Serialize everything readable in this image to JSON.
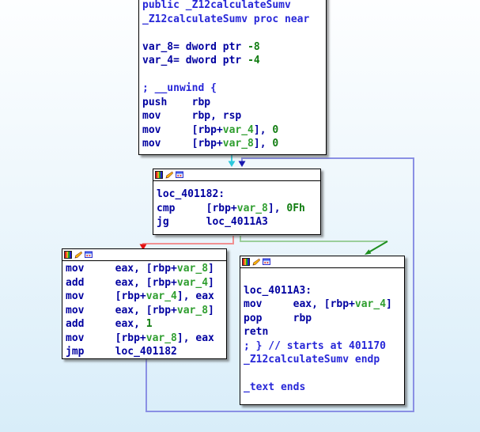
{
  "app": "ida-graph-view",
  "function_name": "_Z12calculateSumv",
  "colors": {
    "code": "#0000a0",
    "name": "#2727d8",
    "num": "#107c10",
    "var": "#2f9e2f",
    "edge_cyan": "#3ad2e2",
    "edge_cyan_arrow": "#2cc8dc",
    "edge_blue": "#8a90e4",
    "edge_blue_arrow": "#1818b0",
    "edge_red": "#f19191",
    "edge_red_arrow": "#e41212",
    "edge_green": "#9bcf9b",
    "edge_green_arrow": "#1f8f1f",
    "block_bg": "#ffffff",
    "block_border": "#000000"
  },
  "title_icons": [
    "palette",
    "pencil",
    "window"
  ],
  "blocks": {
    "entry": {
      "label": "entry",
      "lines": [
        [
          {
            "t": "public _Z12calculateSumv",
            "c": "name"
          }
        ],
        [
          {
            "t": "_Z12calculateSumv proc near",
            "c": "name"
          }
        ],
        [],
        [
          {
            "t": "var_8= dword ptr ",
            "c": "code"
          },
          {
            "t": "-8",
            "c": "num"
          }
        ],
        [
          {
            "t": "var_4= dword ptr ",
            "c": "code"
          },
          {
            "t": "-4",
            "c": "num"
          }
        ],
        [],
        [
          {
            "t": "; __unwind {",
            "c": "name"
          }
        ],
        [
          {
            "t": "push    rbp",
            "c": "code"
          }
        ],
        [
          {
            "t": "mov     rbp, rsp",
            "c": "code"
          }
        ],
        [
          {
            "t": "mov     [rbp+",
            "c": "code"
          },
          {
            "t": "var_4",
            "c": "var"
          },
          {
            "t": "], ",
            "c": "code"
          },
          {
            "t": "0",
            "c": "num"
          }
        ],
        [
          {
            "t": "mov     [rbp+",
            "c": "code"
          },
          {
            "t": "var_8",
            "c": "var"
          },
          {
            "t": "], ",
            "c": "code"
          },
          {
            "t": "0",
            "c": "num"
          }
        ]
      ]
    },
    "loc": {
      "label": "loc_401182",
      "lines": [
        [
          {
            "t": "loc_401182:",
            "c": "code"
          }
        ],
        [
          {
            "t": "cmp     [rbp+",
            "c": "code"
          },
          {
            "t": "var_8",
            "c": "var"
          },
          {
            "t": "], ",
            "c": "code"
          },
          {
            "t": "0Fh",
            "c": "num"
          }
        ],
        [
          {
            "t": "jg      loc_4011A3",
            "c": "code"
          }
        ]
      ]
    },
    "body": {
      "label": "loop-body",
      "lines": [
        [
          {
            "t": "mov     eax, [rbp+",
            "c": "code"
          },
          {
            "t": "var_8",
            "c": "var"
          },
          {
            "t": "]",
            "c": "code"
          }
        ],
        [
          {
            "t": "add     eax, [rbp+",
            "c": "code"
          },
          {
            "t": "var_4",
            "c": "var"
          },
          {
            "t": "]",
            "c": "code"
          }
        ],
        [
          {
            "t": "mov     [rbp+",
            "c": "code"
          },
          {
            "t": "var_4",
            "c": "var"
          },
          {
            "t": "], eax",
            "c": "code"
          }
        ],
        [
          {
            "t": "mov     eax, [rbp+",
            "c": "code"
          },
          {
            "t": "var_8",
            "c": "var"
          },
          {
            "t": "]",
            "c": "code"
          }
        ],
        [
          {
            "t": "add     eax, ",
            "c": "code"
          },
          {
            "t": "1",
            "c": "num"
          }
        ],
        [
          {
            "t": "mov     [rbp+",
            "c": "code"
          },
          {
            "t": "var_8",
            "c": "var"
          },
          {
            "t": "], eax",
            "c": "code"
          }
        ],
        [
          {
            "t": "jmp     loc_401182",
            "c": "code"
          }
        ]
      ]
    },
    "exit": {
      "label": "loc_4011A3",
      "lines": [
        [],
        [
          {
            "t": "loc_4011A3:",
            "c": "code"
          }
        ],
        [
          {
            "t": "mov     eax, [rbp+",
            "c": "code"
          },
          {
            "t": "var_4",
            "c": "var"
          },
          {
            "t": "]",
            "c": "code"
          }
        ],
        [
          {
            "t": "pop     rbp",
            "c": "code"
          }
        ],
        [
          {
            "t": "retn",
            "c": "code"
          }
        ],
        [
          {
            "t": "; } // starts at 401170",
            "c": "name"
          }
        ],
        [
          {
            "t": "_Z12calculateSumv endp",
            "c": "name"
          }
        ],
        [],
        [
          {
            "t": "_text ends",
            "c": "name"
          }
        ]
      ]
    }
  },
  "edges": [
    {
      "from": "entry",
      "to": "loc_401182",
      "type": "fallthrough",
      "color_key": "edge_cyan"
    },
    {
      "from": "loc_401182",
      "to": "loop-body",
      "type": "jump-not-taken",
      "color_key": "edge_red"
    },
    {
      "from": "loc_401182",
      "to": "loc_4011A3",
      "type": "jump-taken",
      "color_key": "edge_green"
    },
    {
      "from": "loop-body",
      "to": "loc_401182",
      "type": "loop-back",
      "color_key": "edge_blue"
    }
  ]
}
